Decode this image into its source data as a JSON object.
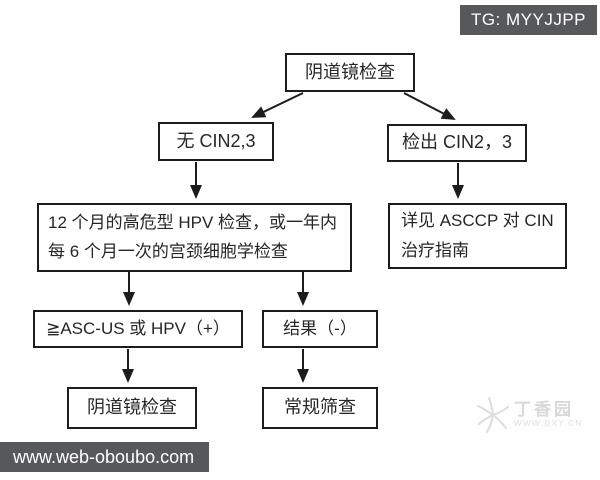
{
  "badge": {
    "label": "TG: MYYJJPP"
  },
  "flowchart": {
    "nodes": {
      "colposcopy": {
        "label": "阴道镜检查"
      },
      "no_cin": {
        "label": "无 CIN2,3"
      },
      "detected_cin": {
        "label": "检出 CIN2，3"
      },
      "hpv_followup": {
        "label": "12 个月的高危型 HPV 检查，或一年内每 6 个月一次的宫颈细胞学检查"
      },
      "asccp": {
        "label": "详见 ASCCP 对 CIN 治疗指南"
      },
      "ascus_hpv": {
        "label": "≧ASC-US 或 HPV（+）"
      },
      "result_neg": {
        "label": "结果（-）"
      },
      "colposcopy_repeat": {
        "label": "阴道镜检查"
      },
      "routine": {
        "label": "常规筛查"
      }
    },
    "edges": [
      {
        "from": "colposcopy",
        "to": "no_cin"
      },
      {
        "from": "colposcopy",
        "to": "detected_cin"
      },
      {
        "from": "no_cin",
        "to": "hpv_followup"
      },
      {
        "from": "detected_cin",
        "to": "asccp"
      },
      {
        "from": "hpv_followup",
        "to": "ascus_hpv"
      },
      {
        "from": "hpv_followup",
        "to": "result_neg"
      },
      {
        "from": "ascus_hpv",
        "to": "colposcopy_repeat"
      },
      {
        "from": "result_neg",
        "to": "routine"
      }
    ]
  },
  "watermark": {
    "title": "丁香园",
    "subtitle": "WWW.DXY.CN"
  },
  "footer": {
    "url": "www.web-oboubo.com"
  },
  "colors": {
    "line": "#1c1c1c",
    "box_border": "#1c1c1c",
    "badge_bg": "#57585a",
    "badge_text": "#ffffff",
    "footer_bg": "#57585a",
    "footer_text": "#ffffff",
    "watermark": "#d9d9d9",
    "canvas_bg": "#ffffff"
  }
}
